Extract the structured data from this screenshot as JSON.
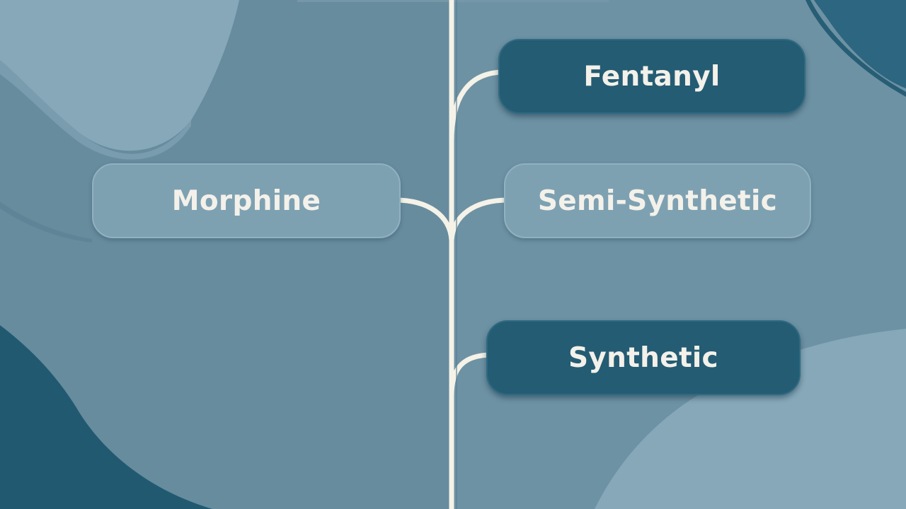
{
  "diagram": {
    "nodes": [
      {
        "id": "morphine",
        "label": "Morphine",
        "style": "light"
      },
      {
        "id": "fentanyl",
        "label": "Fentanyl",
        "style": "dark"
      },
      {
        "id": "semi-synthetic",
        "label": "Semi-Synthetic",
        "style": "light"
      },
      {
        "id": "synthetic",
        "label": "Synthetic",
        "style": "dark"
      }
    ],
    "edges": [
      {
        "from": "trunk",
        "to": "morphine"
      },
      {
        "from": "trunk",
        "to": "fentanyl"
      },
      {
        "from": "trunk",
        "to": "semi-synthetic"
      },
      {
        "from": "trunk",
        "to": "synthetic"
      }
    ]
  },
  "colors": {
    "background": "#678c9e",
    "light_node": "#7ea1b2",
    "dark_node": "#245c73",
    "connector": "#f5f2e8",
    "label": "#f3f1ea"
  }
}
